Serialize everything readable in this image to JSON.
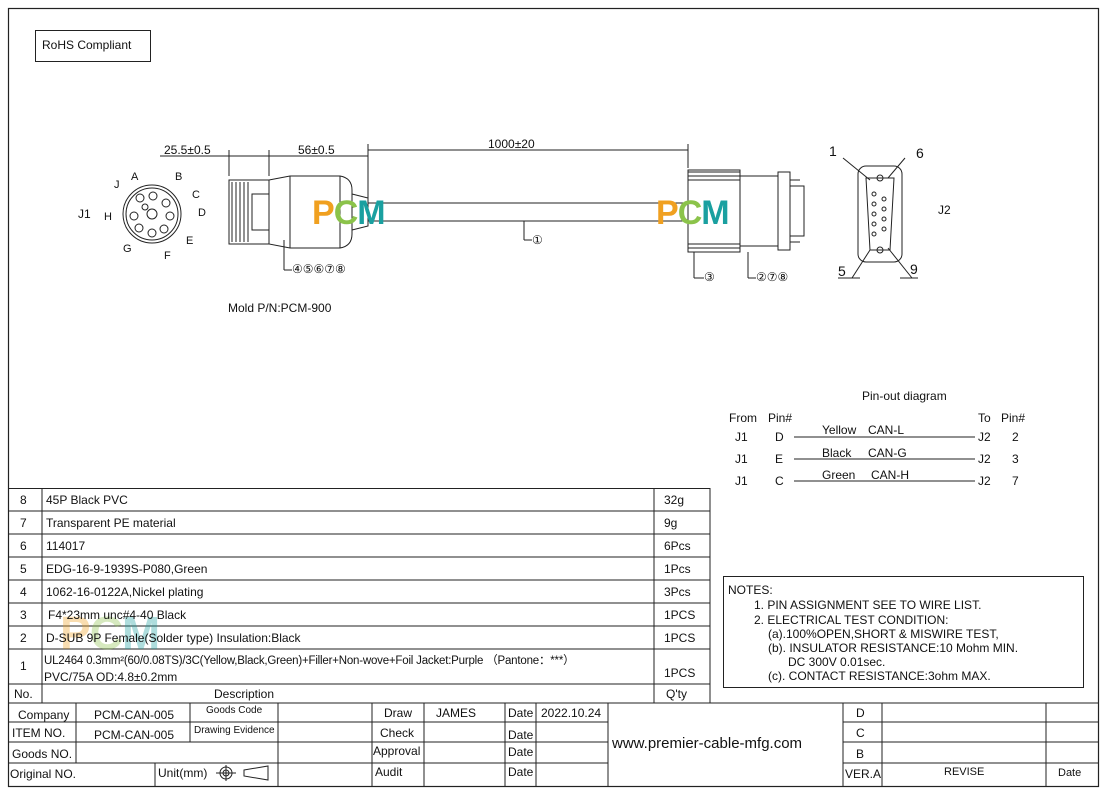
{
  "rohs": "RoHS Compliant",
  "drawing": {
    "dim_connector": "25.5±0.5",
    "dim_overmold": "56±0.5",
    "dim_cable": "1000±20",
    "j1_label": "J1",
    "j2_label": "J2",
    "j1_pins": [
      "A",
      "B",
      "C",
      "D",
      "E",
      "F",
      "G",
      "H",
      "J"
    ],
    "callout_cable": "①",
    "callout_j1": "④⑤⑥⑦⑧",
    "callout_j2_left": "③",
    "callout_j2_right": "②⑦⑧",
    "mold": "Mold P/N:PCM-900",
    "logo": {
      "p": "P",
      "c": "C",
      "m": "M"
    },
    "j2_face_labels": {
      "pin1": "1",
      "pin6": "6",
      "pin5": "5",
      "pin9": "9"
    }
  },
  "pinout": {
    "title": "Pin-out diagram",
    "headers": {
      "from": "From",
      "pin_from": "Pin#",
      "to": "To",
      "pin_to": "Pin#"
    },
    "rows": [
      {
        "from": "J1",
        "from_pin": "D",
        "color": "Yellow",
        "signal": "CAN-L",
        "to": "J2",
        "to_pin": "2"
      },
      {
        "from": "J1",
        "from_pin": "E",
        "color": "Black",
        "signal": "CAN-G",
        "to": "J2",
        "to_pin": "3"
      },
      {
        "from": "J1",
        "from_pin": "C",
        "color": "Green",
        "signal": "CAN-H",
        "to": "J2",
        "to_pin": "7"
      }
    ]
  },
  "notes": {
    "title": "NOTES:",
    "lines": [
      "1. PIN ASSIGNMENT SEE TO WIRE LIST.",
      "2. ELECTRICAL TEST CONDITION:",
      "(a).100%OPEN,SHORT & MISWIRE TEST,",
      "(b). INSULATOR RESISTANCE:10 Mohm MIN.",
      "DC 300V 0.01sec.",
      "(c). CONTACT RESISTANCE:3ohm MAX."
    ]
  },
  "bom": {
    "rows": [
      {
        "no": "8",
        "desc": "45P Black PVC",
        "qty": "32g"
      },
      {
        "no": "7",
        "desc": "Transparent PE material",
        "qty": "9g"
      },
      {
        "no": "6",
        "desc": "114017",
        "qty": "6Pcs"
      },
      {
        "no": "5",
        "desc": "EDG-16-9-1939S-P080,Green",
        "qty": "1Pcs"
      },
      {
        "no": "4",
        "desc": "1062-16-0122A,Nickel plating",
        "qty": "3Pcs"
      },
      {
        "no": "3",
        "desc": "F4*23mm unc#4-40 Black",
        "qty": "1PCS"
      },
      {
        "no": "2",
        "desc": "D-SUB 9P Female(Solder type) Insulation:Black",
        "qty": "1PCS"
      },
      {
        "no": "1",
        "desc": "UL2464 0.3mm²(60/0.08TS)/3C(Yellow,Black,Green)+Filler+Non-wove+Foil Jacket:Purple （Pantone：***）",
        "desc2": "PVC/75A OD:4.8±0.2mm",
        "qty": "1PCS"
      }
    ],
    "header": {
      "no": "No.",
      "desc": "Description",
      "qty": "Q'ty"
    }
  },
  "title_block": {
    "company_label": "Company",
    "company": "PCM-CAN-005",
    "goods_code": "Goods Code",
    "item_label": "ITEM NO.",
    "item": "PCM-CAN-005",
    "drawing_evidence": "Drawing Evidence",
    "goods_no_label": "Goods NO.",
    "original_label": "Original NO.",
    "unit": "Unit(mm)",
    "draw_label": "Draw",
    "draw": "JAMES",
    "date_label": "Date",
    "draw_date": "2022.10.24",
    "check_label": "Check",
    "approval_label": "Approval",
    "audit_label": "Audit",
    "website": "www.premier-cable-mfg.com",
    "rev_d": "D",
    "rev_c": "C",
    "rev_b": "B",
    "ver": "VER.A",
    "revise": "REVISE",
    "date": "Date"
  }
}
